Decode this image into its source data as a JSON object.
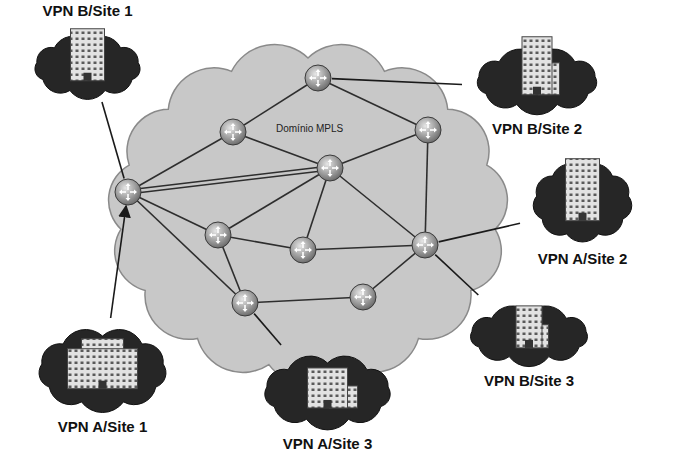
{
  "diagram": {
    "nodes": [
      {
        "text": [
          "Domínio MPLS"
        ]
      },
      {
        "text": [
          "VPN B/Site 1"
        ]
      },
      {
        "text": [
          "VPN B/Site 2"
        ]
      },
      {
        "text": [
          "VPN A/Site 2"
        ]
      },
      {
        "text": [
          "VPN B/Site 3"
        ]
      },
      {
        "text": [
          "VPN A/Site 1"
        ]
      },
      {
        "text": [
          "VPN A/Site 3"
        ]
      }
    ],
    "edges": [
      {
        "from": 1,
        "to": 0,
        "arrow": "none"
      },
      {
        "from": 2,
        "to": 0,
        "arrow": "none"
      },
      {
        "from": 3,
        "to": 0,
        "arrow": "none"
      },
      {
        "from": 4,
        "to": 0,
        "arrow": "none"
      },
      {
        "from": 5,
        "to": 0,
        "arrow": "to"
      },
      {
        "from": 6,
        "to": 0,
        "arrow": "none"
      }
    ]
  }
}
